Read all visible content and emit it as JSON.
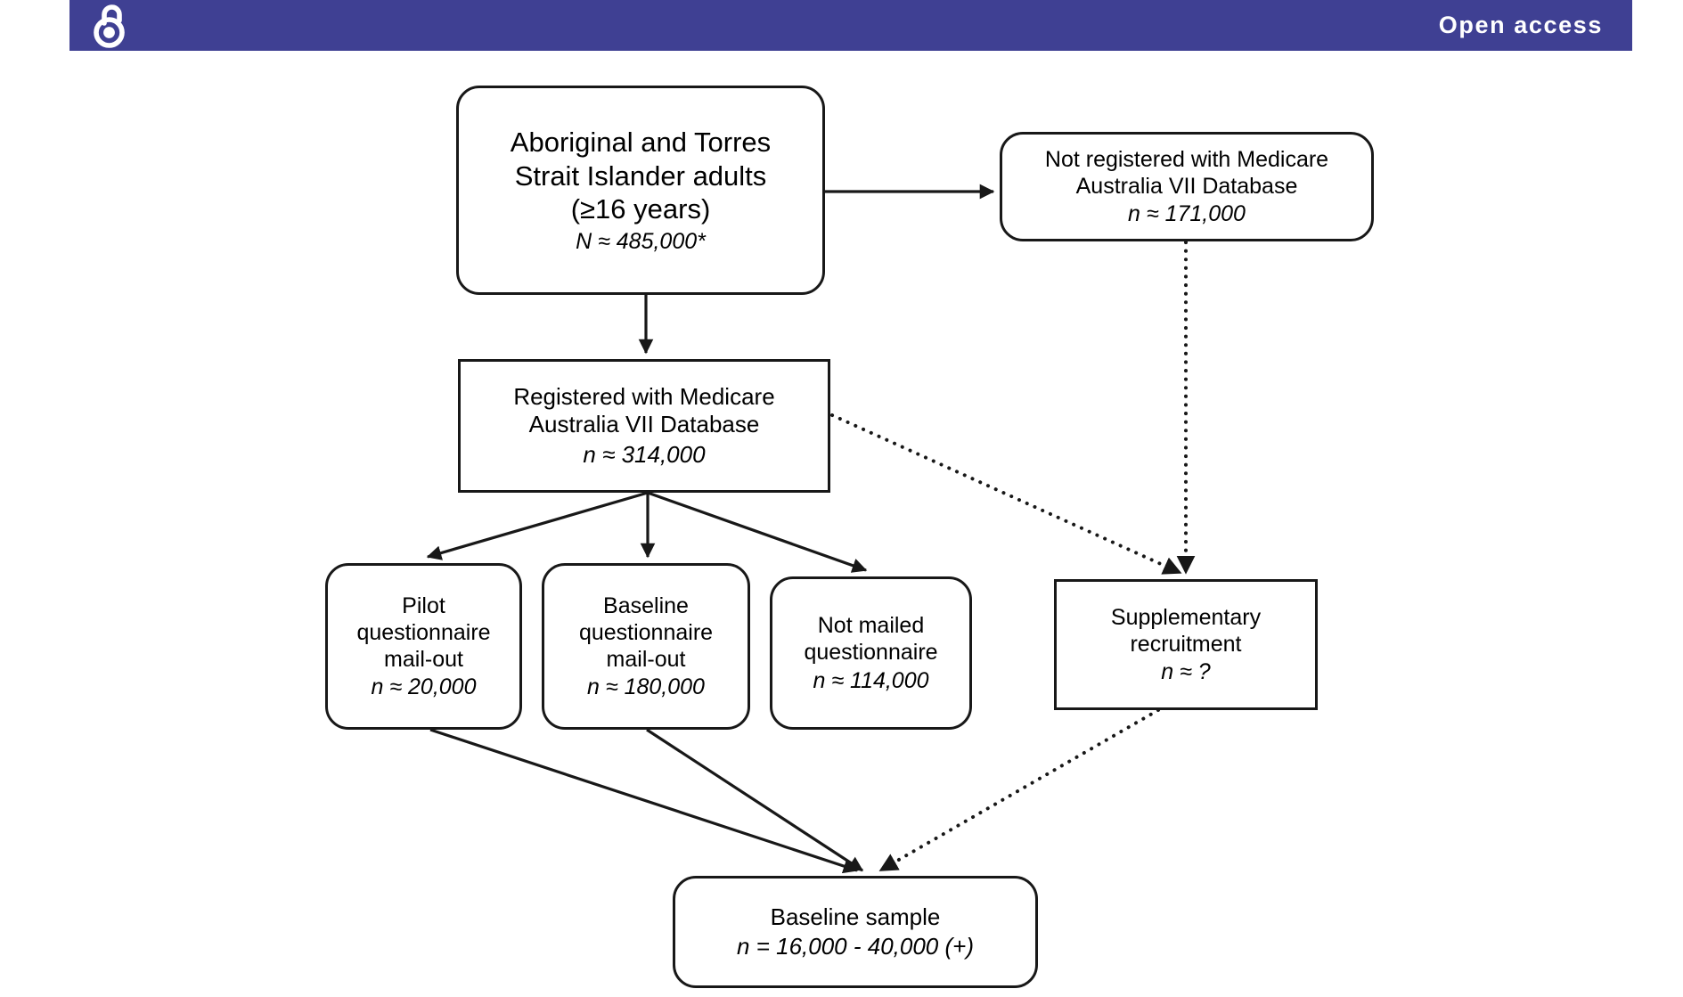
{
  "header": {
    "label": "Open access",
    "icon": "open-access-lock-icon",
    "band_color": "#3f4093",
    "text_color": "#ffffff"
  },
  "diagram": {
    "type": "flowchart",
    "nodes": [
      {
        "id": "population",
        "shape": "rounded",
        "lines": [
          "Aboriginal and Torres",
          "Strait Islander adults",
          "(≥16 years)"
        ],
        "value": "N ≈ 485,000*"
      },
      {
        "id": "not-registered",
        "shape": "rounded",
        "lines": [
          "Not registered with Medicare",
          "Australia VII Database"
        ],
        "value": "n ≈ 171,000"
      },
      {
        "id": "registered",
        "shape": "square",
        "lines": [
          "Registered with Medicare",
          "Australia VII Database"
        ],
        "value": "n ≈ 314,000"
      },
      {
        "id": "pilot",
        "shape": "rounded",
        "lines": [
          "Pilot",
          "questionnaire",
          "mail-out"
        ],
        "value": "n ≈ 20,000"
      },
      {
        "id": "baseline-mailout",
        "shape": "rounded",
        "lines": [
          "Baseline",
          "questionnaire",
          "mail-out"
        ],
        "value": "n ≈ 180,000"
      },
      {
        "id": "not-mailed",
        "shape": "rounded",
        "lines": [
          "Not mailed",
          "questionnaire"
        ],
        "value": "n ≈ 114,000"
      },
      {
        "id": "supplementary",
        "shape": "square",
        "lines": [
          "Supplementary",
          "recruitment"
        ],
        "value": "n ≈ ?"
      },
      {
        "id": "baseline-sample",
        "shape": "rounded",
        "lines": [
          "Baseline sample"
        ],
        "value": "n = 16,000 - 40,000 (+)"
      }
    ],
    "edges": [
      {
        "from": "population",
        "to": "not-registered",
        "style": "solid"
      },
      {
        "from": "population",
        "to": "registered",
        "style": "solid"
      },
      {
        "from": "registered",
        "to": "pilot",
        "style": "solid"
      },
      {
        "from": "registered",
        "to": "baseline-mailout",
        "style": "solid"
      },
      {
        "from": "registered",
        "to": "not-mailed",
        "style": "solid"
      },
      {
        "from": "registered",
        "to": "supplementary",
        "style": "dotted"
      },
      {
        "from": "not-registered",
        "to": "supplementary",
        "style": "dotted"
      },
      {
        "from": "pilot",
        "to": "baseline-sample",
        "style": "solid"
      },
      {
        "from": "baseline-mailout",
        "to": "baseline-sample",
        "style": "solid"
      },
      {
        "from": "supplementary",
        "to": "baseline-sample",
        "style": "dotted"
      }
    ],
    "line_color": "#181818"
  }
}
